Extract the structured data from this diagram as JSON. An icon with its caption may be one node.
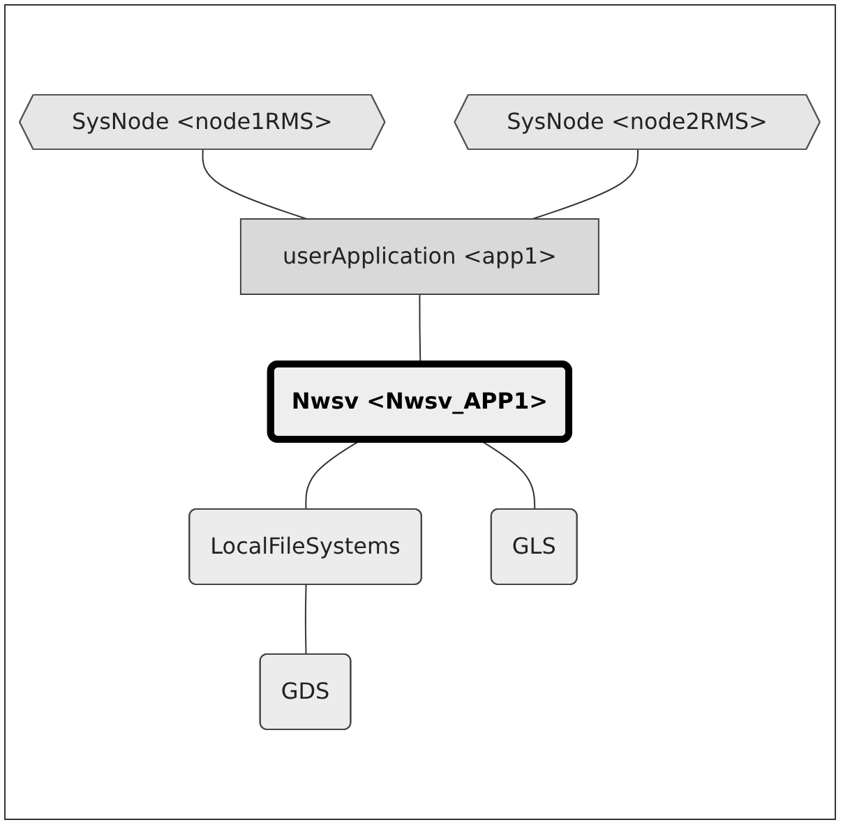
{
  "diagram": {
    "nodes": [
      {
        "text": [
          "SysNode <node1RMS>"
        ]
      },
      {
        "text": [
          "SysNode <node2RMS>"
        ]
      },
      {
        "text": [
          "userApplication <app1>"
        ]
      },
      {
        "text": [
          "Nwsv <Nwsv_APP1>"
        ]
      },
      {
        "text": [
          "LocalFileSystems"
        ]
      },
      {
        "text": [
          "GLS"
        ]
      },
      {
        "text": [
          "GDS"
        ]
      }
    ],
    "edges": [
      {
        "from": 0,
        "to": 2,
        "arrow": "none"
      },
      {
        "from": 1,
        "to": 2,
        "arrow": "none"
      },
      {
        "from": 2,
        "to": 3,
        "arrow": "none"
      },
      {
        "from": 3,
        "to": 4,
        "arrow": "none"
      },
      {
        "from": 3,
        "to": 5,
        "arrow": "none"
      },
      {
        "from": 4,
        "to": 6,
        "arrow": "none"
      }
    ]
  }
}
